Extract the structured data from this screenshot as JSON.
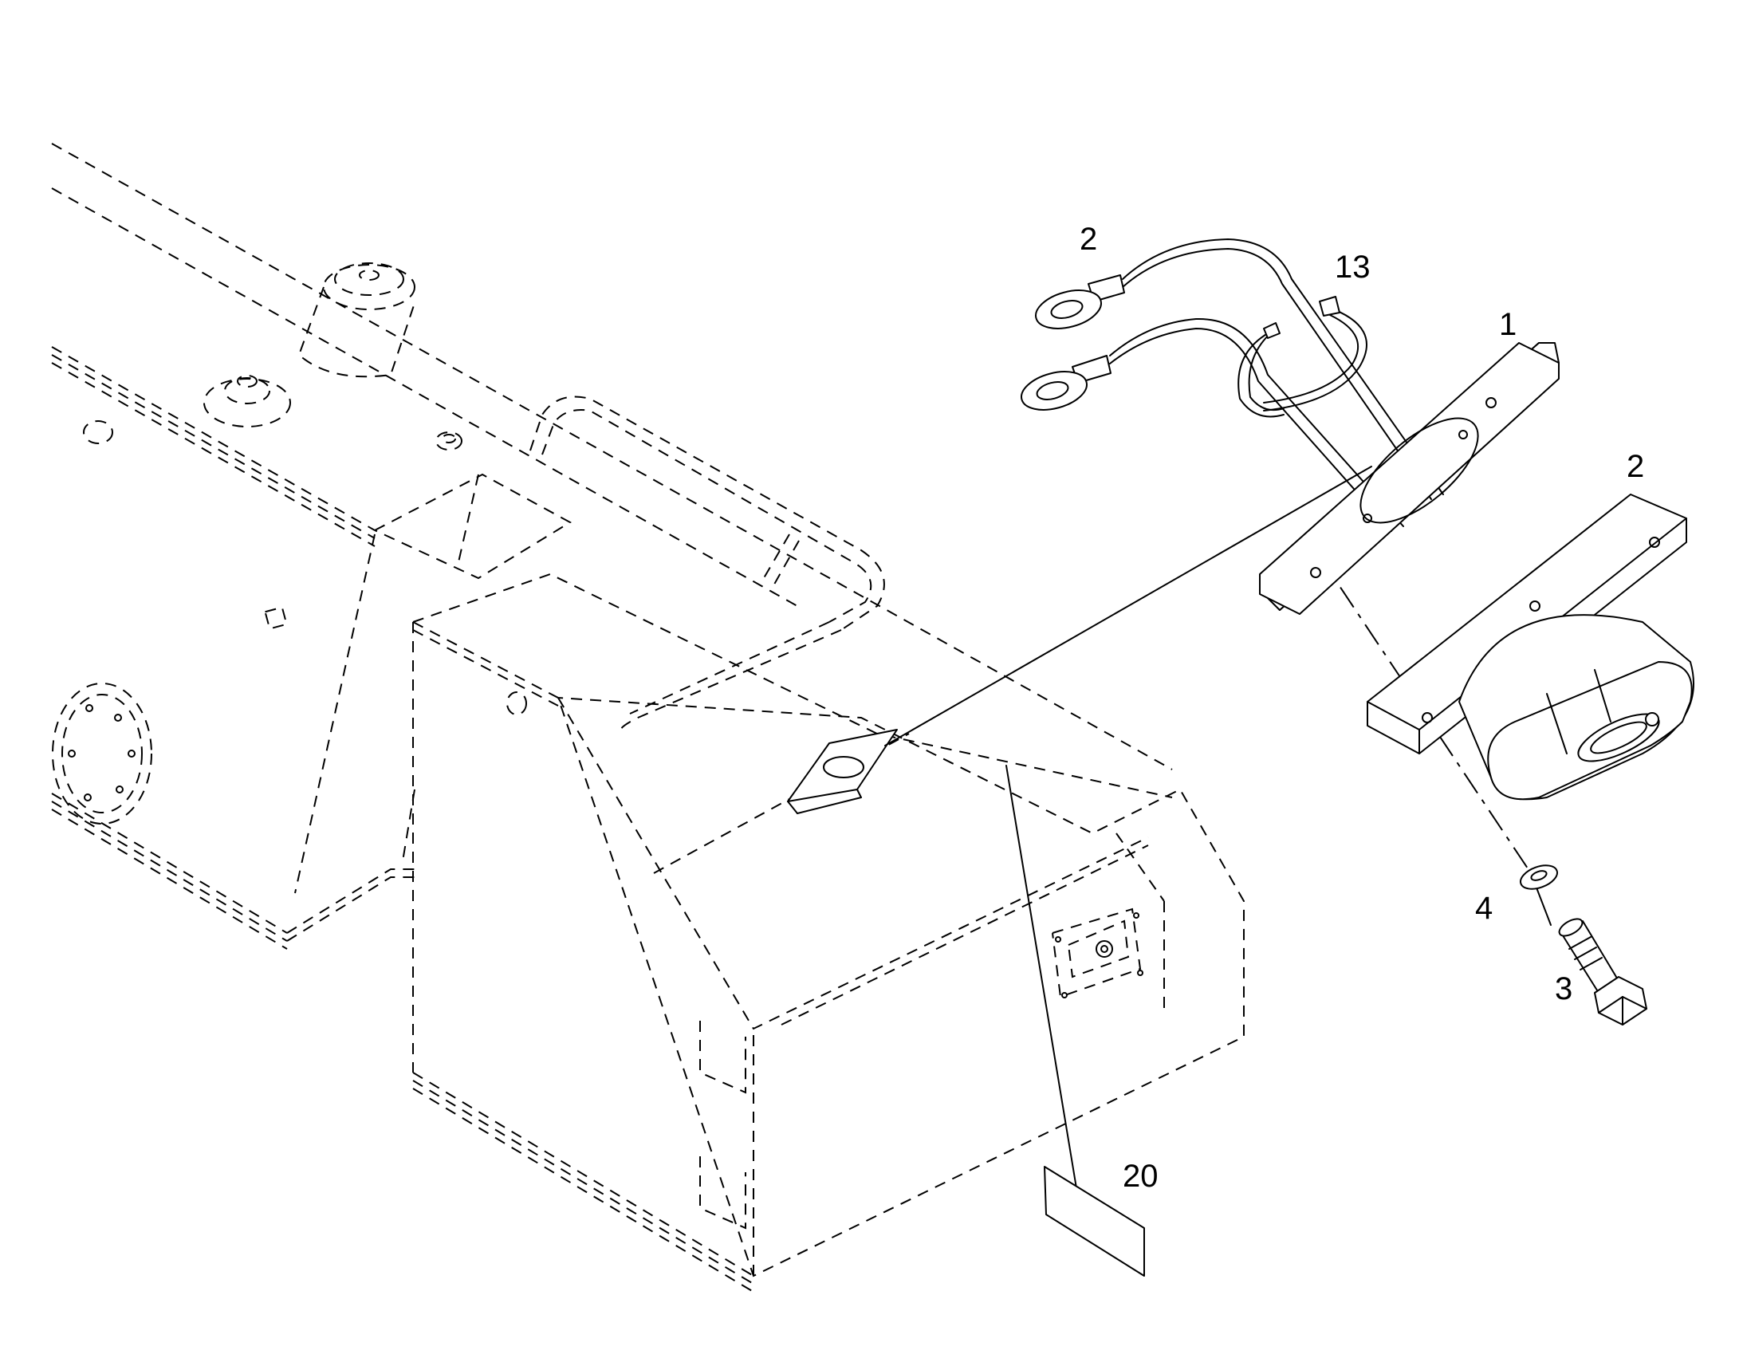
{
  "callouts": [
    {
      "id": "label-2-cable",
      "text": "2"
    },
    {
      "id": "label-13",
      "text": "13"
    },
    {
      "id": "label-1",
      "text": "1"
    },
    {
      "id": "label-2-flange",
      "text": "2"
    },
    {
      "id": "label-4",
      "text": "4"
    },
    {
      "id": "label-3",
      "text": "3"
    },
    {
      "id": "label-20",
      "text": "20"
    }
  ]
}
